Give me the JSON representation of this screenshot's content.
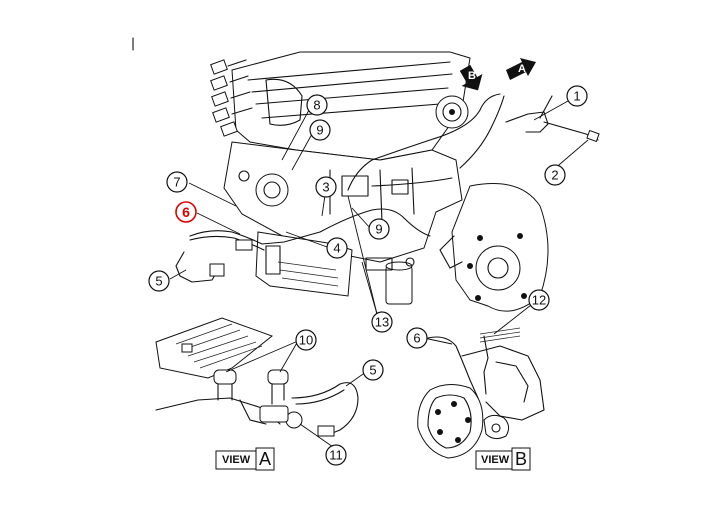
{
  "callouts": {
    "c1": "1",
    "c2": "2",
    "c3": "3",
    "c4": "4",
    "c5": "5",
    "c6_highlighted": "6",
    "c7": "7",
    "c8": "8",
    "c9a": "9",
    "c9b": "9",
    "c13": "13",
    "view_a_10": "10",
    "view_a_5": "5",
    "view_a_11": "11",
    "view_b_12": "12",
    "view_b_6": "6"
  },
  "view_arrows": {
    "a": "A",
    "b": "B"
  },
  "view_labels": {
    "a_word": "VIEW",
    "a_letter": "A",
    "b_word": "VIEW",
    "b_letter": "B"
  },
  "colors": {
    "ink": "#111111",
    "highlight": "#e00000",
    "background": "#ffffff"
  }
}
